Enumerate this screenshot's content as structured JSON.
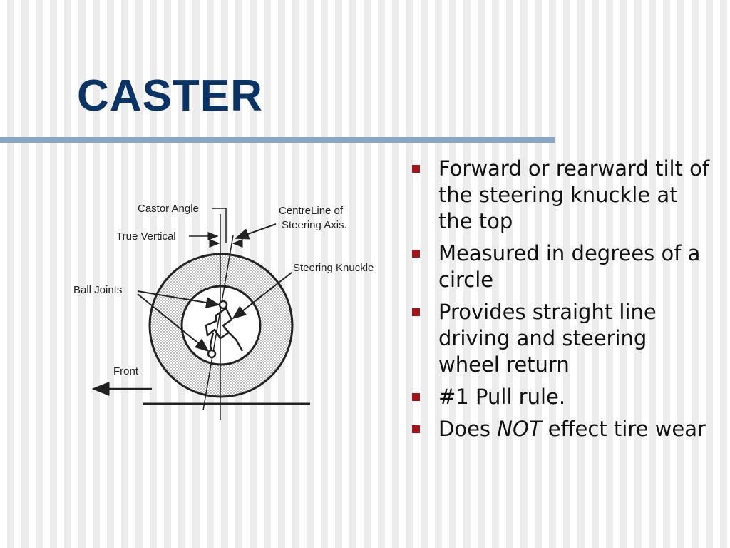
{
  "slide": {
    "title": "CASTER"
  },
  "diagram": {
    "labels": {
      "castor_angle": "Castor Angle",
      "true_vertical": "True Vertical",
      "centreline_line1": "CentreLine of",
      "centreline_line2": "Steering Axis.",
      "steering_knuckle": "Steering Knuckle",
      "ball_joints": "Ball Joints",
      "front": "Front"
    }
  },
  "bullets": [
    {
      "text": "Forward or rearward tilt of the steering knuckle at the top"
    },
    {
      "text": "Measured in degrees of a circle"
    },
    {
      "text": "Provides straight line driving and steering wheel return"
    },
    {
      "text": "#1 Pull rule."
    },
    {
      "pre": "Does ",
      "em": "NOT",
      "post": " effect tire wear"
    }
  ],
  "colors": {
    "title": "#0b3466",
    "rule": "#8aa6c6",
    "bullet_marker": "#a3151b"
  }
}
